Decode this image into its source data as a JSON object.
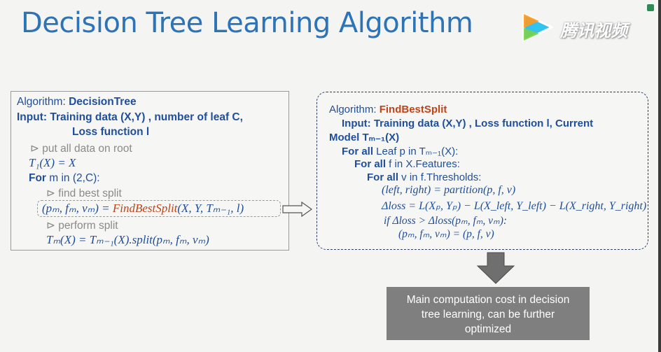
{
  "slide": {
    "title": "Decision Tree Learning Algorithm",
    "logo_text": "腾讯视频"
  },
  "left_algo": {
    "algo_label": "Algorithm: ",
    "algo_name": "DecisionTree",
    "input_line1": "Input: Training data (X,Y) , number of leaf C,",
    "input_line2": "Loss function l",
    "comment1": "⊳ put all data on root",
    "init_stmt": "T₁(X) = X",
    "for_kw": "For",
    "for_rest": " m in (2,C):",
    "comment2": "⊳ find best split",
    "split_lhs": "(pₘ, fₘ, vₘ) = ",
    "split_fn": "FindBestSplit",
    "split_args": "(X, Y, Tₘ₋₁, l)",
    "comment3": "⊳ perform split",
    "update_stmt": "Tₘ(X) = Tₘ₋₁(X).split(pₘ, fₘ, vₘ)"
  },
  "right_algo": {
    "algo_label": "Algorithm: ",
    "algo_name": "FindBestSplit",
    "input_line1": "Input: Training data (X,Y) , Loss function l, Current",
    "input_line2": "Model Tₘ₋₁(X)",
    "for1_kw": "For all",
    "for1_rest": " Leaf p in Tₘ₋₁(X):",
    "for2_kw": "For all",
    "for2_rest": " f in X.Features:",
    "for3_kw": "For all",
    "for3_rest": " v in f.Thresholds:",
    "partition_stmt": "(left, right) = partition(p, f, v)",
    "loss_stmt": "Δloss = L(Xₚ, Yₚ) − L(X_left, Y_left) − L(X_right, Y_right)",
    "if_stmt": "if Δloss > Δloss(pₘ, fₘ, vₘ):",
    "assign_stmt": "(pₘ, fₘ, vₘ) = (p, f, v)"
  },
  "callout": {
    "text_line1": "Main computation cost in decision",
    "text_line2": "tree learning, can be further",
    "text_line3": "optimized"
  },
  "colors": {
    "title": "#2c73b8",
    "code_blue": "#1f4e9a",
    "highlight_red": "#c0441a",
    "comment_gray": "#8a8a8a",
    "callout_bg": "#7f7f7f"
  }
}
